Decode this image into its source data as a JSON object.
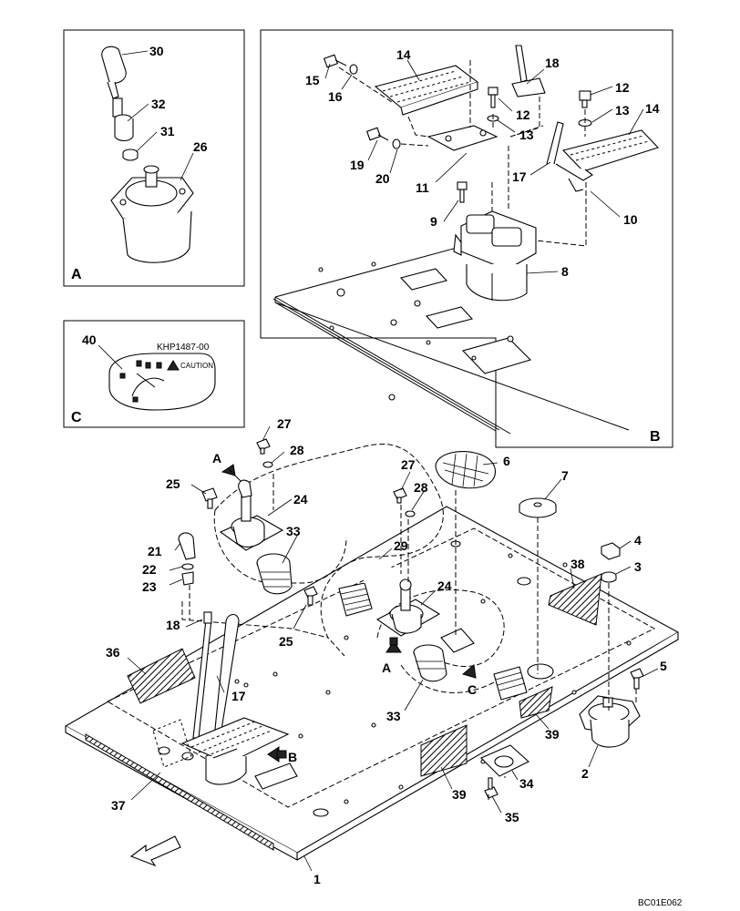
{
  "panels": {
    "a": {
      "letter": "A"
    },
    "b": {
      "letter": "B"
    },
    "c": {
      "letter": "C"
    }
  },
  "decal": {
    "code": "KHP1487-00",
    "caution": "CAUTION"
  },
  "view_markers": {
    "a_top": "A",
    "a_bottom": "A",
    "b": "B",
    "c": "C"
  },
  "callouts": {
    "c30": "30",
    "c32": "32",
    "c31": "31",
    "c26": "26",
    "c40": "40",
    "c14a": "14",
    "c15": "15",
    "c16": "16",
    "c18": "18",
    "c12a": "12",
    "c13a": "13",
    "c12b": "12",
    "c13b": "13",
    "c14b": "14",
    "c19": "19",
    "c20": "20",
    "c11": "11",
    "c17a": "17",
    "c10": "10",
    "c9": "9",
    "c8": "8",
    "c27a": "27",
    "c28a": "28",
    "c6": "6",
    "c25a": "25",
    "c24a": "24",
    "c27b": "27",
    "c28b": "28",
    "c7": "7",
    "c4": "4",
    "c33a": "33",
    "c21": "21",
    "c29": "29",
    "c3": "3",
    "c22": "22",
    "c38": "38",
    "c23": "23",
    "c24b": "24",
    "c18b": "18",
    "c25b": "25",
    "c36": "36",
    "c5": "5",
    "c17b": "17",
    "c33b": "33",
    "c39a": "39",
    "c2": "2",
    "c37": "37",
    "c39b": "39",
    "c34": "34",
    "c35": "35",
    "c1": "1"
  },
  "figure_id": "BC01E062"
}
